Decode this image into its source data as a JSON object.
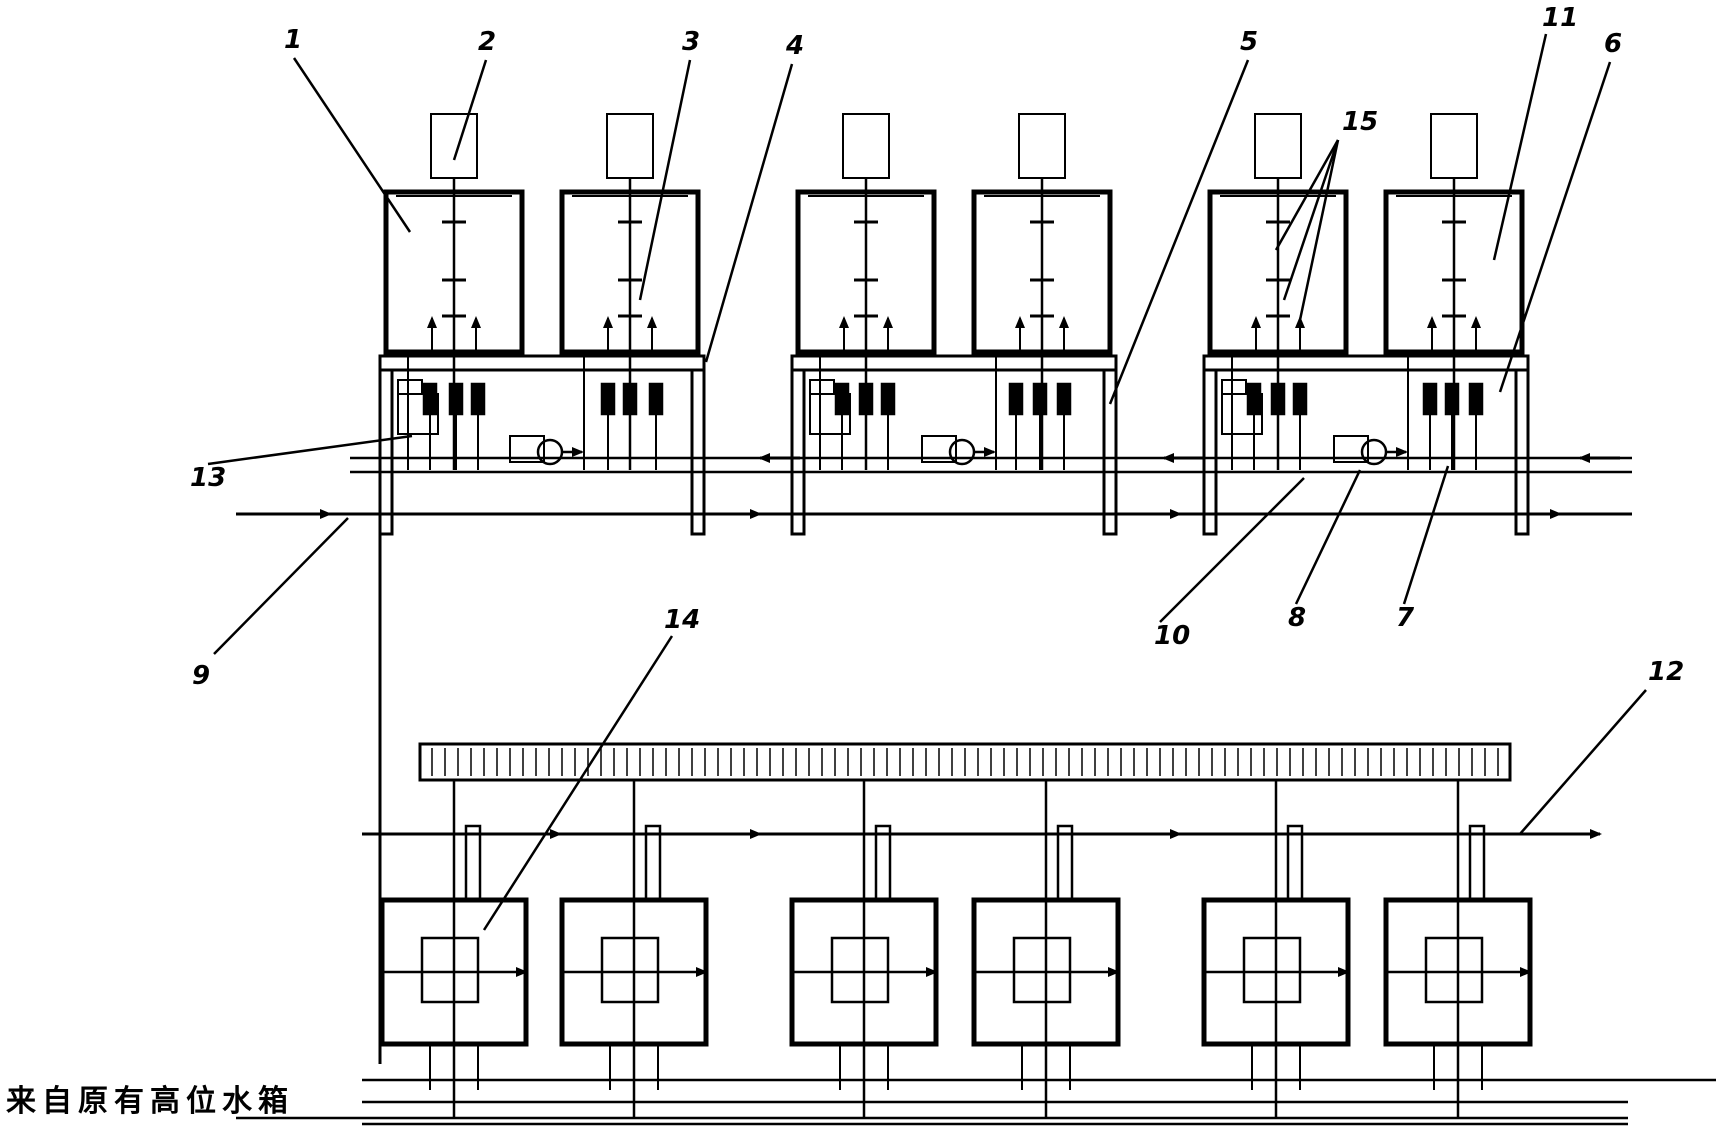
{
  "callouts": {
    "n1": "1",
    "n2": "2",
    "n3": "3",
    "n4": "4",
    "n5": "5",
    "n6": "6",
    "n7": "7",
    "n8": "8",
    "n9": "9",
    "n10": "10",
    "n11": "11",
    "n12": "12",
    "n13": "13",
    "n14": "14",
    "n15": "15"
  },
  "source_label": "来自原有高位水箱",
  "colors": {
    "ink": "#000000",
    "background": "#ffffff"
  }
}
